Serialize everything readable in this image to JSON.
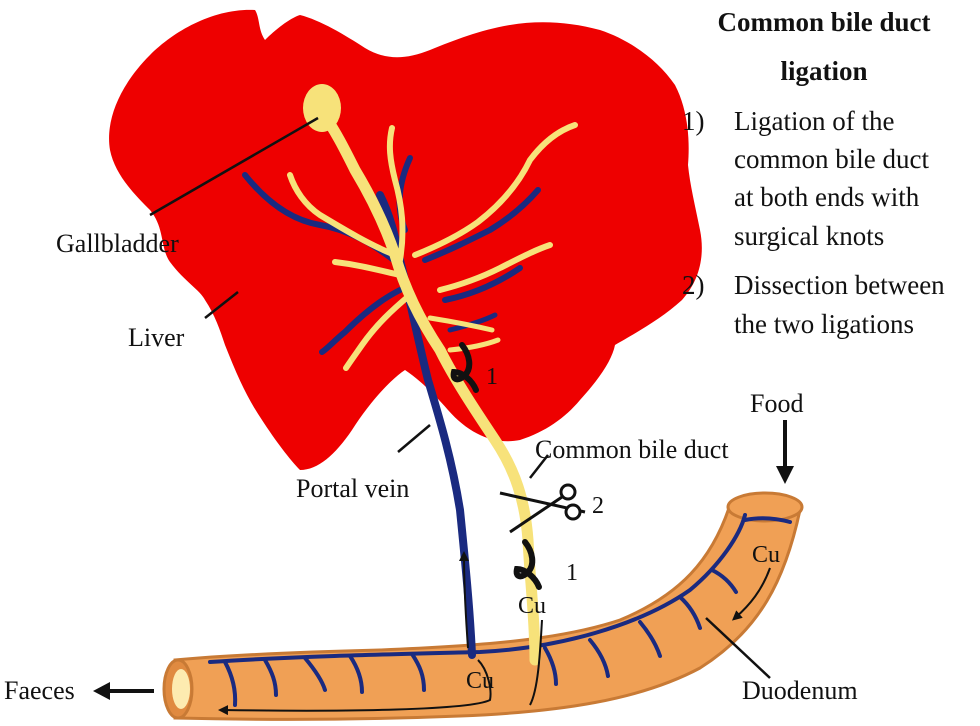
{
  "colors": {
    "liver": "#ee0000",
    "bile": "#f7e27a",
    "vein": "#1a2a80",
    "duodenum": "#f0a055",
    "duodenum_outline": "#c87a35",
    "ink": "#111111"
  },
  "title": {
    "line1": "Common bile duct",
    "line2": "ligation"
  },
  "steps": [
    {
      "number": "1)",
      "lines": [
        "Ligation of the",
        "common bile duct",
        "at both ends with",
        "surgical knots"
      ]
    },
    {
      "number": "2)",
      "lines": [
        "Dissection between",
        "the two ligations"
      ]
    }
  ],
  "labels": {
    "gallbladder": "Gallbladder",
    "liver": "Liver",
    "portal_vein": "Portal vein",
    "common_bile_duct": "Common bile duct",
    "food": "Food",
    "duodenum": "Duodenum",
    "faeces": "Faeces",
    "cu_duodenum": "Cu",
    "cu_bile_duct": "Cu",
    "cu_bottom": "Cu"
  },
  "markers": {
    "knot_upper": "1",
    "scissors": "2",
    "knot_lower": "1"
  },
  "icons": [
    "knot-icon",
    "scissors-icon",
    "arrow-down-icon",
    "arrow-left-icon"
  ]
}
